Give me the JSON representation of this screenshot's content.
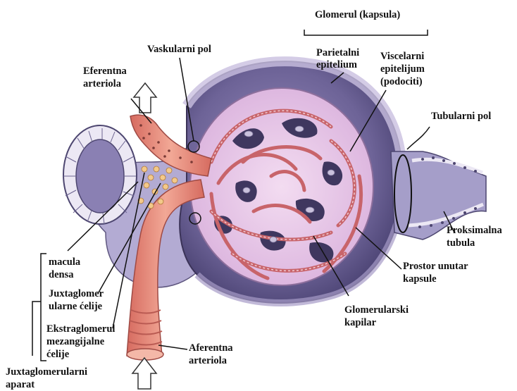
{
  "labels": {
    "glomerul": "Glomerul (kapsula)",
    "vaskularni_pol": "Vaskularni pol",
    "parietalni_1": "Parietalni",
    "parietalni_2": "epitelium",
    "viscelarni_1": "Viscelarni",
    "viscelarni_2": "epitelijum",
    "viscelarni_3": "(podociti)",
    "eferentna_1": "Eferentna",
    "eferentna_2": "arteriola",
    "tubularni_pol": "Tubularni pol",
    "proksimalna_1": "Proksimalna",
    "proksimalna_2": "tubula",
    "prostor_1": "Prostor unutar",
    "prostor_2": "kapsule",
    "kapilar_1": "Glomerularski",
    "kapilar_2": "kapilar",
    "macula_1": "macula",
    "macula_2": "densa",
    "juxtacell_1": "Juxtaglomer",
    "juxtacell_2": "ularne ćelije",
    "mezang_1": "Ekstraglomerul",
    "mezang_2": "mezangijalne",
    "mezang_3": "ćelije",
    "aferentna_1": "Aferentna",
    "aferentna_2": "arteriola",
    "aparat_1": "Juxtaglomerularni",
    "aparat_2": "aparat"
  },
  "colors": {
    "capsule_outer": "#b7a6cf",
    "capsule_dark": "#3d3460",
    "tuft": "#e8c8ea",
    "capillary": "#c9706f",
    "arteriole": "#e8897a",
    "tubule": "#a9a3c9"
  }
}
